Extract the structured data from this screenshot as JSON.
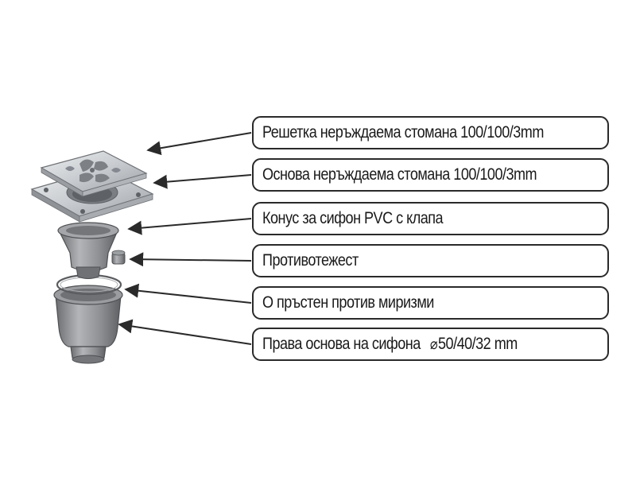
{
  "colors": {
    "line": "#2a2a2a",
    "steel_light": "#d9dbde",
    "steel_mid": "#b6b9bd",
    "steel_dark": "#8a8d91",
    "pvc_light": "#a7a9ac",
    "pvc_mid": "#85878a",
    "pvc_dark": "#5d5f62"
  },
  "labels": [
    {
      "id": "grate",
      "text": "Решетка неръждаема стомана 100/100/3mm"
    },
    {
      "id": "base",
      "text": "Основа неръждаема стомана 100/100/3mm"
    },
    {
      "id": "cone",
      "text": "Конус за сифон PVC с клапа"
    },
    {
      "id": "anti-weight",
      "text": "Противотежест"
    },
    {
      "id": "odor-ring",
      "text": "О пръстен против миризми"
    },
    {
      "id": "siphon-base",
      "text": "Права основа на сифона",
      "diameter_symbol": "⌀",
      "diameter_value": "50/40/32 mm"
    }
  ]
}
